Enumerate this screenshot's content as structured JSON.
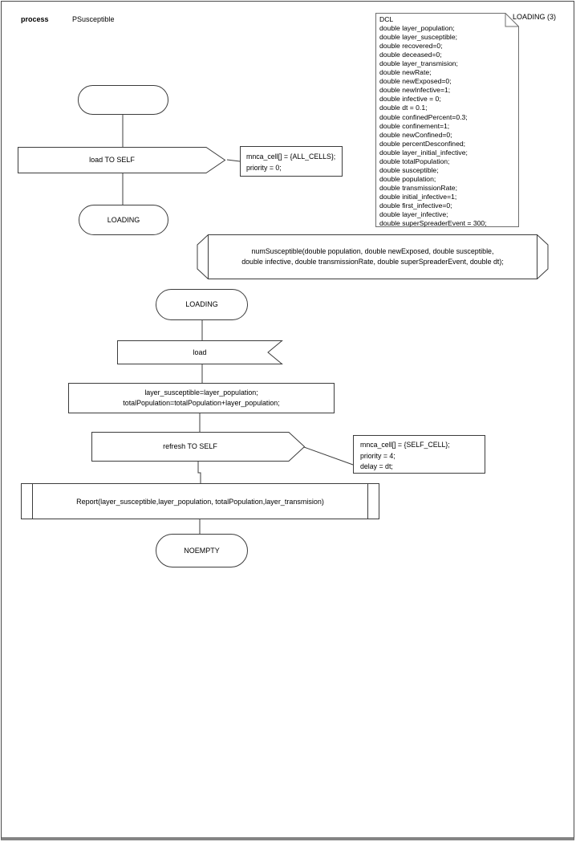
{
  "header": {
    "kind_label": "process",
    "process_name": "PSusceptible",
    "page_label": "LOADING (3)"
  },
  "colors": {
    "shape_stroke": "#3c3c3c",
    "dcl_stroke": "#6e6e6e",
    "page_border": "#4a4a4a",
    "page_shadow": "#848484"
  },
  "declarations": {
    "lines": [
      "DCL",
      "double layer_population;",
      "double layer_susceptible;",
      "double recovered=0;",
      "double deceased=0;",
      "double layer_transmision;",
      "double newRate;",
      "double newExposed=0;",
      "double newInfective=1;",
      "double infective = 0;",
      "double dt = 0.1;",
      "double confinedPercent=0.3;",
      "double confinement=1;",
      "double newConfined=0;",
      "double percentDesconfined;",
      "double layer_initial_infective;",
      "double totalPopulation;",
      "double susceptible;",
      "double population;",
      "double transmissionRate;",
      "double initial_infective=1;",
      "double first_infective=0;",
      "double layer_infective;",
      "double superSpreaderEvent = 300;"
    ]
  },
  "procedure_declaration": {
    "lines": [
      "numSusceptible(double population, double newExposed, double susceptible,",
      "double infective, double transmissionRate, double superSpreaderEvent, double dt);"
    ]
  },
  "flow": {
    "output_load": "load TO SELF",
    "comment_load": [
      "mnca_cell[] = {ALL_CELLS};",
      "priority = 0;"
    ],
    "state_loading_1": "LOADING",
    "state_loading_2": "LOADING",
    "input_load": "load",
    "task_lines": [
      "layer_susceptible=layer_population;",
      "totalPopulation=totalPopulation+layer_population;"
    ],
    "output_refresh": "refresh TO SELF",
    "comment_refresh": [
      "mnca_cell[] = {SELF_CELL};",
      "priority = 4;",
      "delay = dt;"
    ],
    "procedure_call": "Report(layer_susceptible,layer_population, totalPopulation,layer_transmision)",
    "state_noempty": "NOEMPTY"
  }
}
